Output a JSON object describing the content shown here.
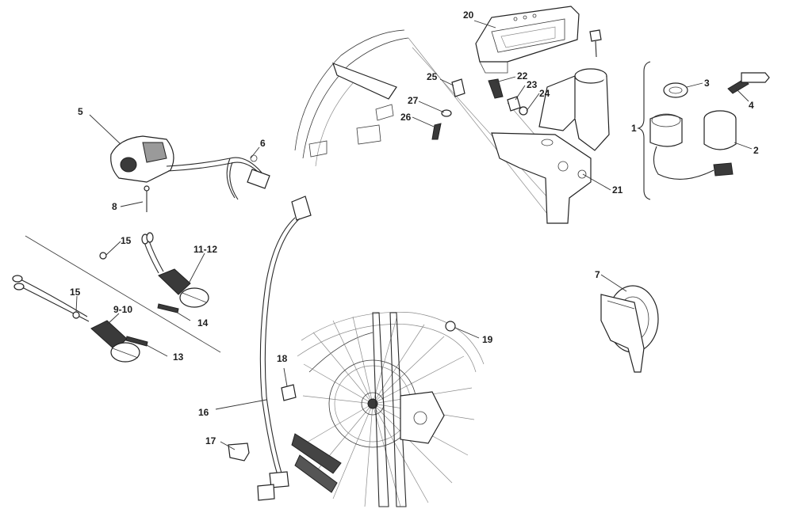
{
  "callouts": {
    "c1": "1",
    "c2": "2",
    "c3": "3",
    "c4": "4",
    "c5": "5",
    "c6": "6",
    "c7": "7",
    "c8": "8",
    "c9_10": "9-10",
    "c11_12": "11-12",
    "c13": "13",
    "c14": "14",
    "c15a": "15",
    "c15b": "15",
    "c16": "16",
    "c17": "17",
    "c18": "18",
    "c19": "19",
    "c20": "20",
    "c21": "21",
    "c22": "22",
    "c23": "23",
    "c24": "24",
    "c25": "25",
    "c26": "26",
    "c27": "27"
  },
  "colors": {
    "line": "#2a2a2a",
    "shade": "#3a3a3a",
    "background": "#ffffff"
  }
}
